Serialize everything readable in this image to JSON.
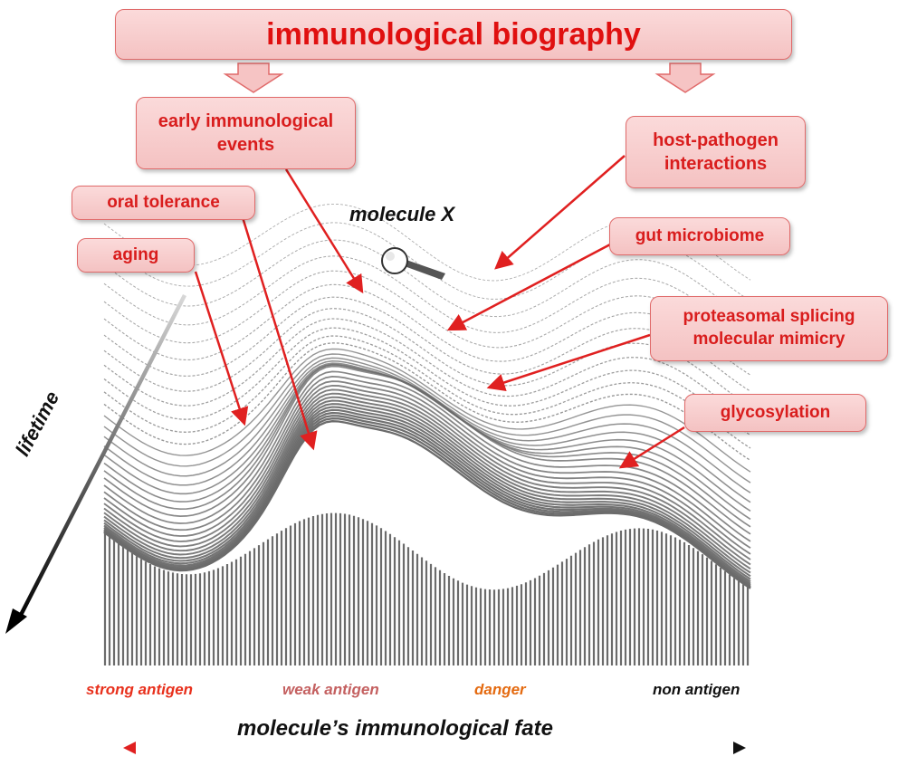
{
  "title": "immunological biography",
  "labels": {
    "early_events": "early immunological\nevents",
    "oral_tolerance": "oral tolerance",
    "aging": "aging",
    "host_pathogen": "host-pathogen\ninteractions",
    "gut_microbiome": "gut microbiome",
    "proteasomal": "proteasomal splicing\nmolecular mimicry",
    "glycosylation": "glycosylation"
  },
  "molecule_label": "molecule X",
  "lifetime_label": "lifetime",
  "fates": {
    "strong": "strong antigen",
    "weak": "weak antigen",
    "danger": "danger",
    "non": "non antigen"
  },
  "axis_title": "molecule’s immunological fate",
  "colors": {
    "label_text": "#d91d1d",
    "box_fill": "#f7cccc",
    "box_border": "#e06a6a",
    "arrow": "#e02020",
    "landscape": "#6b6b6b"
  }
}
